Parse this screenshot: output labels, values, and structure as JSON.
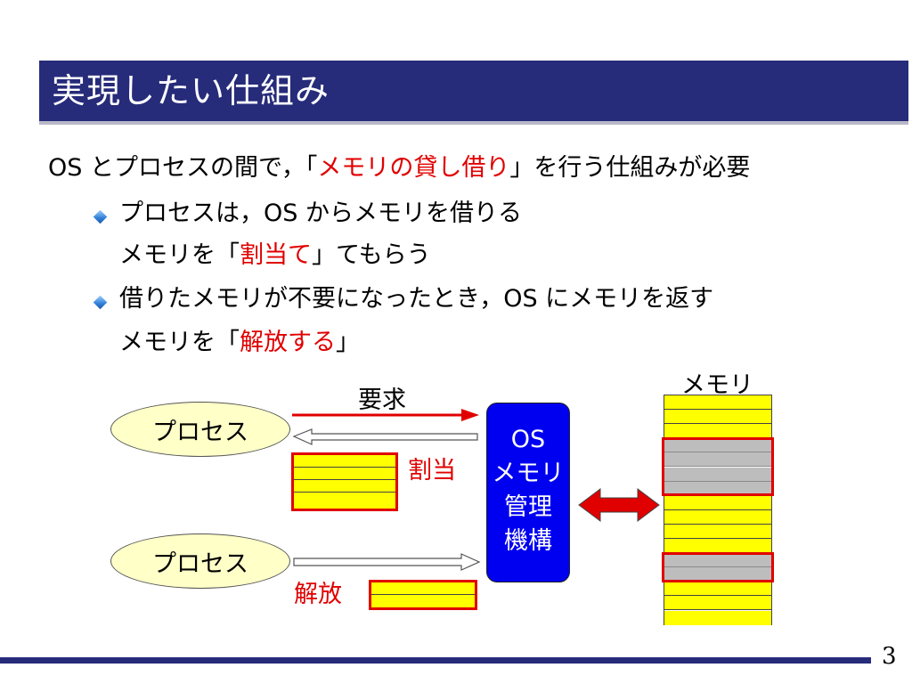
{
  "slide": {
    "title": "実現したい仕組み",
    "page_number": "3"
  },
  "body": {
    "line1_pre": "OS とプロセスの間で，「",
    "line1_red": "メモリの貸し借り",
    "line1_post": "」を行う仕組みが必要",
    "bullet1_line1": "プロセスは，OS からメモリを借りる",
    "bullet1_line2_pre": "メモリを「",
    "bullet1_line2_red": "割当て",
    "bullet1_line2_post": "」てもらう",
    "bullet2_line1": "借りたメモリが不要になったとき，OS にメモリを返す",
    "bullet2_line2_pre": "メモリを「",
    "bullet2_line2_red": "解放する",
    "bullet2_line2_post": "」"
  },
  "diagram": {
    "process_label_top": "プロセス",
    "process_label_bottom": "プロセス",
    "request_label": "要求",
    "allocate_label": "割当",
    "release_label": "解放",
    "os_box_lines": [
      "OS",
      "メモリ",
      "管理",
      "機構"
    ],
    "memory_label": "メモリ",
    "memory_rows": 16,
    "colors": {
      "title_bg": "#262b7a",
      "accent_red": "#e00000",
      "os_box": "#0000f0",
      "memory_free": "#ffff00",
      "memory_used": "#bdbdbd",
      "process_fill": "#ffffc8"
    }
  }
}
